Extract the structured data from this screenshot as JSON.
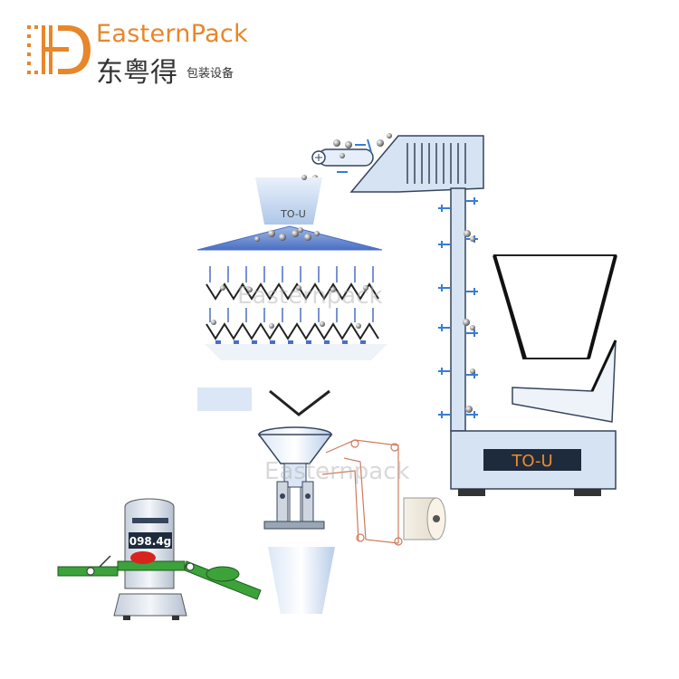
{
  "logo": {
    "brand_en": "EasternPack",
    "brand_cn": "东粤得",
    "brand_cn_suffix": "包装设备",
    "brand_color": "#e8862a"
  },
  "labels": {
    "hopper_label": "TO-U",
    "elevator_display": "TO-U",
    "scale_reading": "098.4g"
  },
  "watermark": "Easternpack",
  "colors": {
    "machine_fill": "#d6e3f3",
    "machine_stroke": "#36455c",
    "display_bg": "#1e2b3c",
    "display_text": "#f28a2b",
    "conveyor_green": "#3ca23a",
    "product_red": "#d8241f"
  }
}
